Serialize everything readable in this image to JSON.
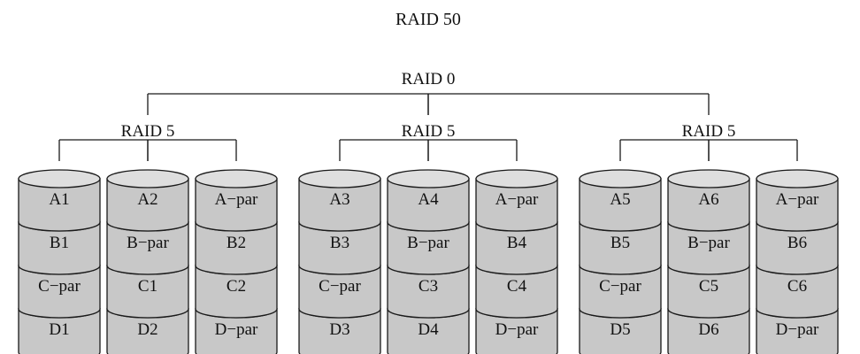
{
  "title": "RAID 50",
  "top_label": "RAID 0",
  "colors": {
    "disk_fill": "#c8c8c8",
    "disk_top": "#dedede",
    "stroke": "#1a1a1a",
    "text": "#111111"
  },
  "groups": [
    {
      "label": "RAID 5",
      "disks": [
        {
          "cells": [
            "A1",
            "B1",
            "C−par",
            "D1"
          ]
        },
        {
          "cells": [
            "A2",
            "B−par",
            "C1",
            "D2"
          ]
        },
        {
          "cells": [
            "A−par",
            "B2",
            "C2",
            "D−par"
          ]
        }
      ]
    },
    {
      "label": "RAID 5",
      "disks": [
        {
          "cells": [
            "A3",
            "B3",
            "C−par",
            "D3"
          ]
        },
        {
          "cells": [
            "A4",
            "B−par",
            "C3",
            "D4"
          ]
        },
        {
          "cells": [
            "A−par",
            "B4",
            "C4",
            "D−par"
          ]
        }
      ]
    },
    {
      "label": "RAID 5",
      "disks": [
        {
          "cells": [
            "A5",
            "B5",
            "C−par",
            "D5"
          ]
        },
        {
          "cells": [
            "A6",
            "B−par",
            "C5",
            "D6"
          ]
        },
        {
          "cells": [
            "A−par",
            "B6",
            "C6",
            "D−par"
          ]
        }
      ]
    }
  ]
}
